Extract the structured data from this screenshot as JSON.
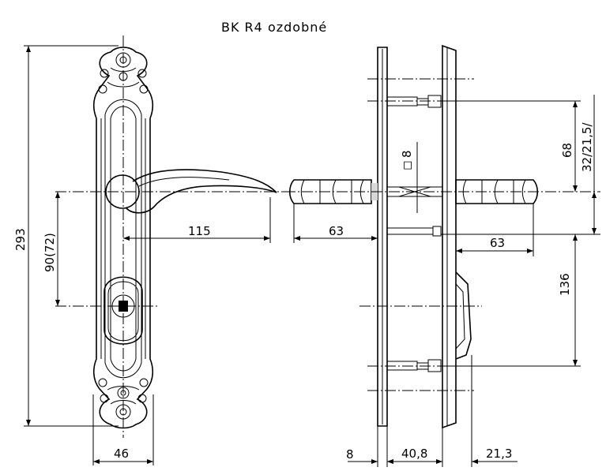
{
  "title": "BK  R4  ozdobné",
  "dimensions": {
    "total_height": "293",
    "spacing": "90(72)",
    "lever_length": "115",
    "plate_width": "46",
    "lever_offset_left": "63",
    "lever_offset_right": "63",
    "spindle": "8",
    "upper_spacing": "68",
    "screw_spacing": "32/21,5/",
    "lower_spacing": "136",
    "plate_thickness": "8",
    "door_thickness": "40,8",
    "cylinder_projection": "21,3"
  }
}
